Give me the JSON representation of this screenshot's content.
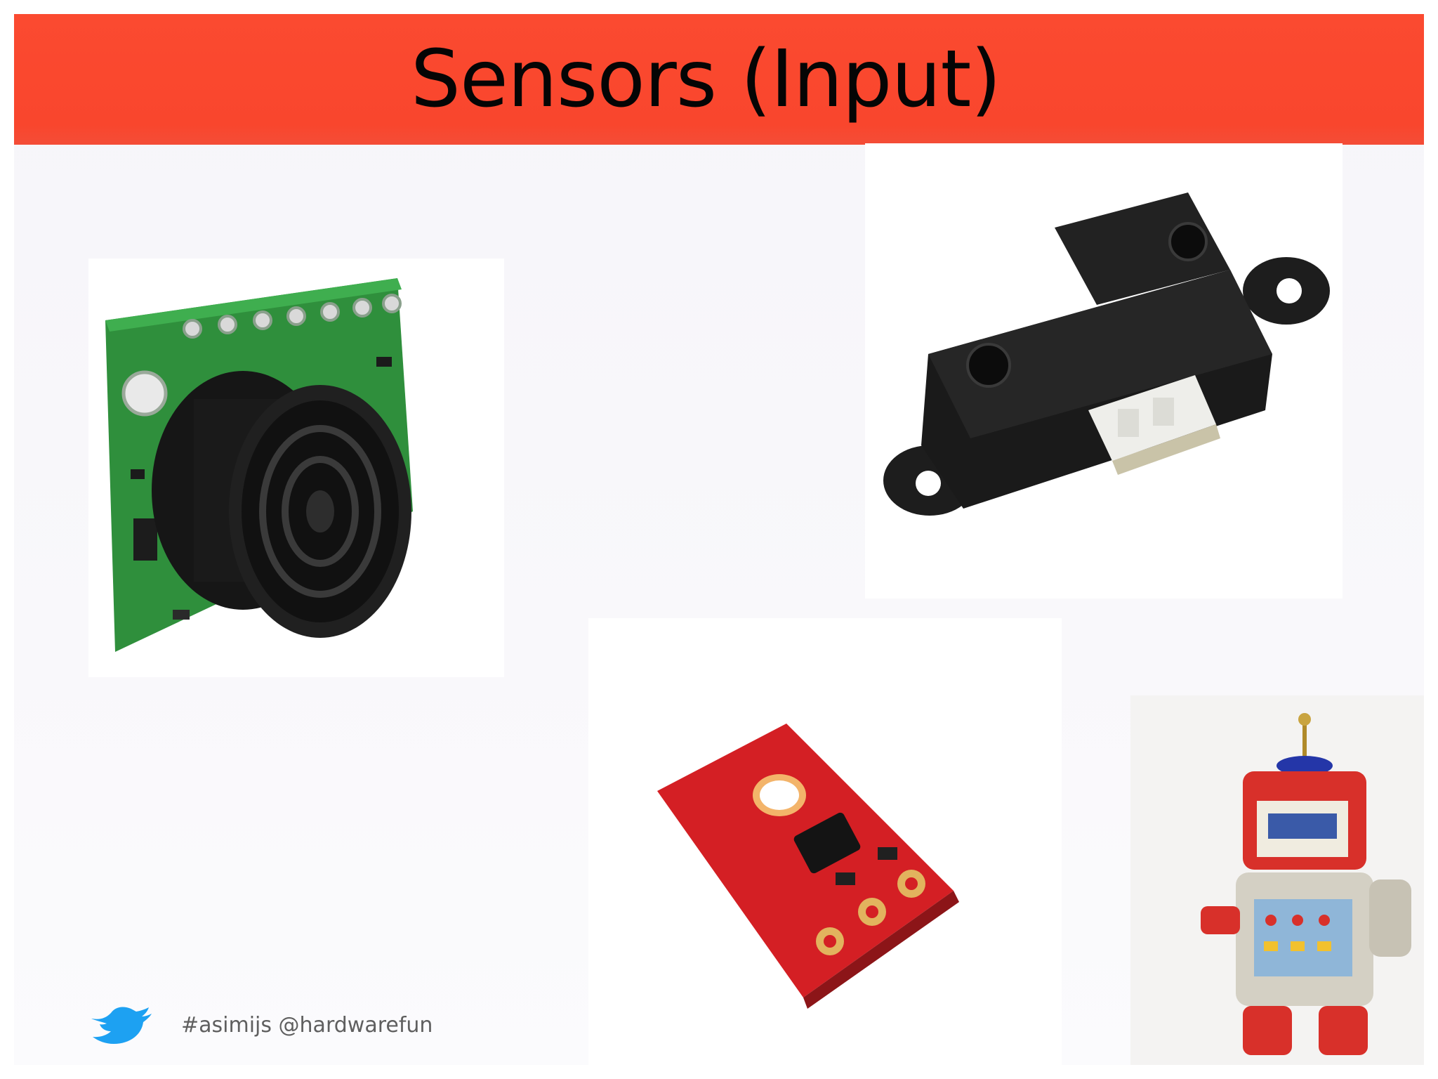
{
  "slide": {
    "title": "Sensors (Input)",
    "footer": {
      "icon": "twitter-bird-icon",
      "hashtag_text": "#asimijs @hardwarefun"
    },
    "images": [
      {
        "name": "ultrasonic-sensor-photo",
        "subject": "ultrasonic range sensor"
      },
      {
        "name": "infrared-distance-sensor-photo",
        "subject": "infrared distance sensor"
      },
      {
        "name": "line-sensor-board-photo",
        "subject": "reflectance sensor board"
      },
      {
        "name": "toy-robot-photo",
        "subject": "tin toy robot"
      }
    ],
    "colors": {
      "title_bar": "#fb4a30",
      "title_text": "#050505",
      "twitter_blue": "#1da1f2",
      "footer_text": "#5f5f5f"
    }
  }
}
